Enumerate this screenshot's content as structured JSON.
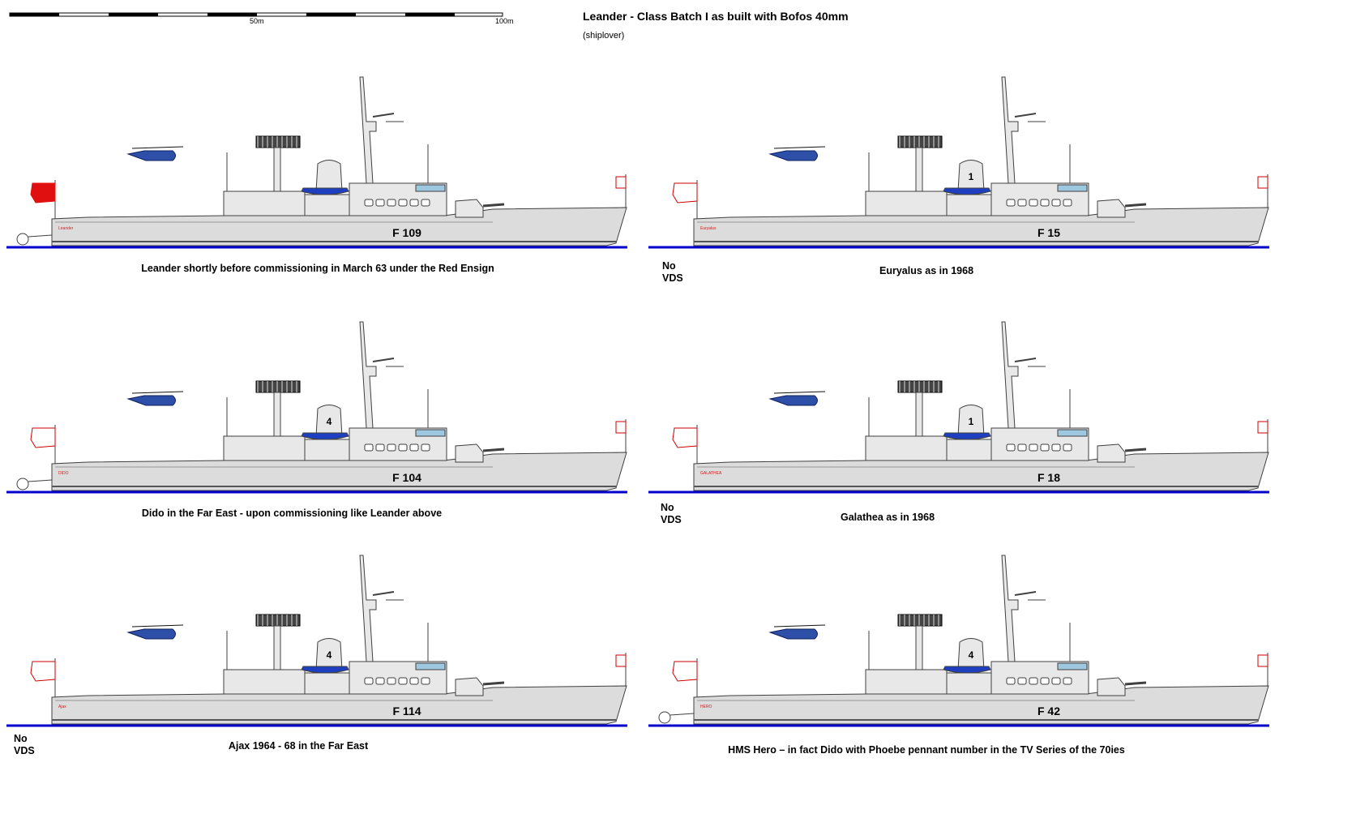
{
  "header": {
    "title": "Leander - Class Batch I as built  with Bofos 40mm",
    "credit": "(shiplover)"
  },
  "scale_bar": {
    "mid_label": "50m",
    "end_label": "100m"
  },
  "ships": [
    {
      "pennant": "F 109",
      "hull_name": "Leander",
      "caption": "Leander shortly before commissioning in March 63 under the Red Ensign",
      "note": "",
      "funnel_number": "",
      "vds": true,
      "flag": "red-ensign"
    },
    {
      "pennant": "F 15",
      "hull_name": "Euryalus",
      "caption": "Euryalus  as in 1968",
      "note": "No\nVDS",
      "funnel_number": "1",
      "vds": false,
      "flag": "white-ensign"
    },
    {
      "pennant": "F 104",
      "hull_name": "DIDO",
      "caption": "Dido in the Far East - upon commissioning like Leander above",
      "note": "",
      "funnel_number": "4",
      "vds": true,
      "flag": "white-ensign"
    },
    {
      "pennant": "F 18",
      "hull_name": "GALATHEA",
      "caption": "Galathea as in 1968",
      "note": "No\nVDS",
      "funnel_number": "1",
      "vds": false,
      "flag": "white-ensign"
    },
    {
      "pennant": "F 114",
      "hull_name": "Ajax",
      "caption": "Ajax 1964 - 68 in the Far East",
      "note": "No\nVDS",
      "funnel_number": "4",
      "vds": false,
      "flag": "white-ensign"
    },
    {
      "pennant": "F 42",
      "hull_name": "HERO",
      "caption": "HMS Hero – in fact Dido with Phoebe pennant number in the TV Series  of the 70ies",
      "note": "",
      "funnel_number": "4",
      "vds": true,
      "flag": "white-ensign"
    }
  ],
  "colors": {
    "hull": "#dcdcdc",
    "superstructure": "#e8e8e8",
    "outline": "#404040",
    "waterline": "#0000cc",
    "boat": "#1e3fbf",
    "helicopter": "#2d4fa8",
    "red_ensign": "#e01010",
    "pennant_name": "#d02020"
  },
  "icons": [
    "helicopter-icon",
    "radar-antenna-icon",
    "ensign-flag-icon",
    "gun-turret-icon",
    "vds-winch-icon"
  ]
}
